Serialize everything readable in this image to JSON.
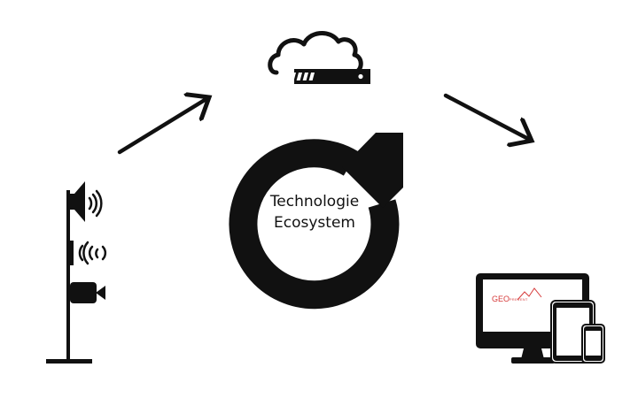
{
  "center": {
    "line1": "Technologie",
    "line2": "Ecosystem"
  },
  "logo": {
    "brand": "GEO",
    "sub": "PREVENT",
    "color": "#d63a3a"
  },
  "icons": {
    "left": "sensor-pole-icon",
    "top": "cloud-server-icon",
    "right": "multi-device-icon",
    "center": "refresh-cycle-icon"
  },
  "arrow_color": "#111111"
}
